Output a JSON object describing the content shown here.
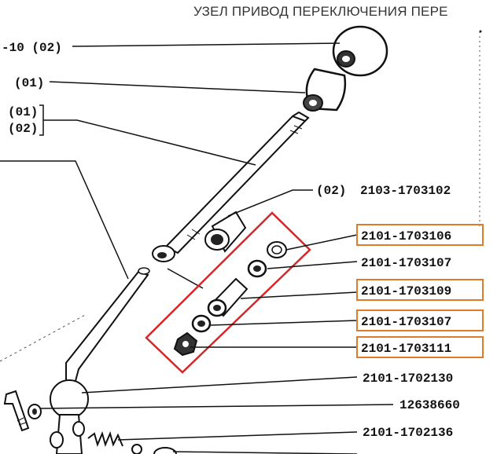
{
  "page_title": "УЗЕЛ ПРИВОД ПЕРЕКЛЮЧЕНИЯ ПЕРЕ",
  "colors": {
    "highlight_box": "#d62728",
    "highlight_label": "#e07b2b",
    "ink": "#111111"
  },
  "callouts": {
    "top_left_part": "-10 (02)",
    "knob_lower": "(01)",
    "lever_01": "(01)",
    "lever_02": "(02)",
    "bushing_02_prefix": "(02)",
    "bushing_02_number": "2103-1703102"
  },
  "part_numbers": [
    {
      "number": "2101-1703106",
      "highlighted": true
    },
    {
      "number": "2101-1703107",
      "highlighted": false
    },
    {
      "number": "2101-1703109",
      "highlighted": true
    },
    {
      "number": "2101-1703107",
      "highlighted": true
    },
    {
      "number": "2101-1703111",
      "highlighted": true
    },
    {
      "number": "2101-1702130",
      "highlighted": false
    },
    {
      "number": "12638660",
      "highlighted": false
    },
    {
      "number": "2101-1702136",
      "highlighted": false
    }
  ]
}
